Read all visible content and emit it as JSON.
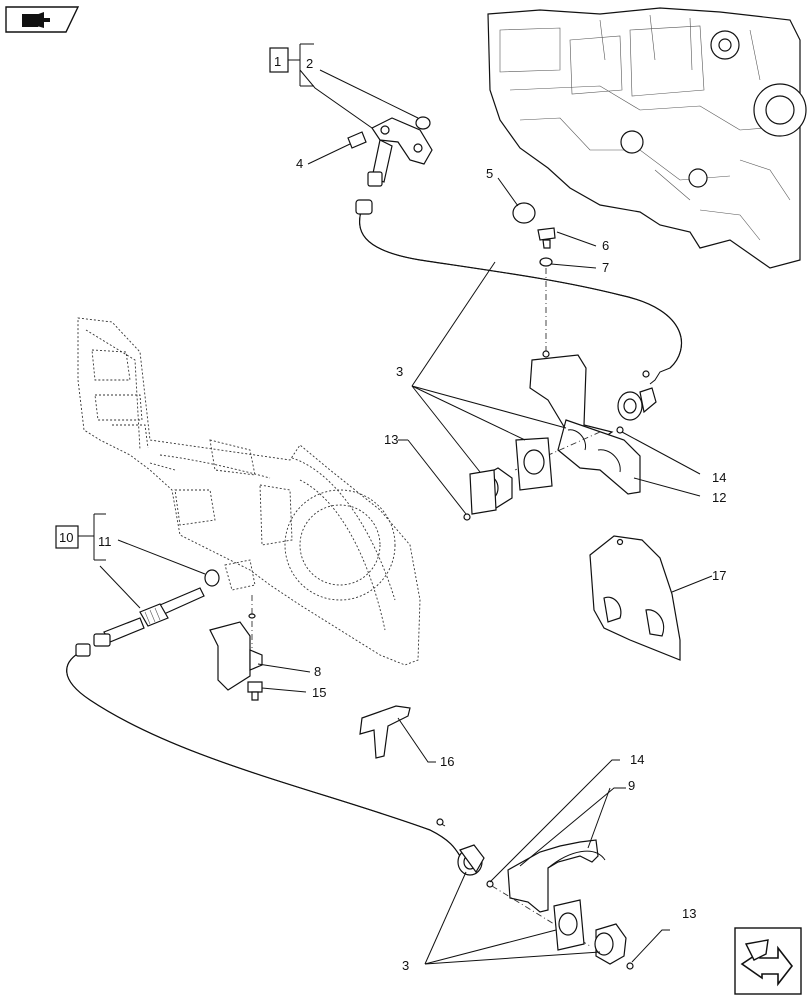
{
  "nav": {
    "top_icon": "book-arrow-icon",
    "bottom_icon": "next-page-arrow-icon"
  },
  "callouts": {
    "c1": "1",
    "c2": "2",
    "c3a": "3",
    "c3b": "3",
    "c4": "4",
    "c5": "5",
    "c6": "6",
    "c7": "7",
    "c8": "8",
    "c9": "9",
    "c10": "10",
    "c11": "11",
    "c12": "12",
    "c13a": "13",
    "c13b": "13",
    "c14a": "14",
    "c14b": "14",
    "c15": "15",
    "c16": "16",
    "c17": "17"
  }
}
